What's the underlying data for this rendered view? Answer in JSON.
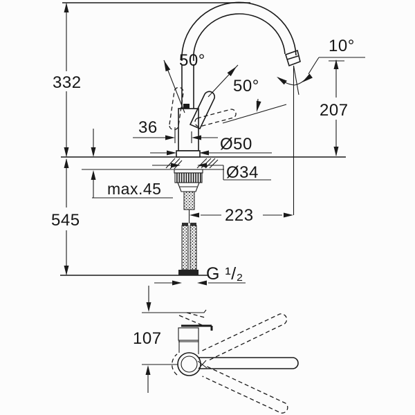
{
  "drawing": {
    "title": "kitchen-faucet-dimensional-drawing",
    "background": "#fcfcfc",
    "ink_color": "#1a1a1a",
    "labels": {
      "height_above_deck": "332",
      "height_overall_below": "545",
      "max_deck_thickness": "max.45",
      "handle_offset": "36",
      "swivel_angle_left": "50°",
      "swivel_angle_right": "50°",
      "outlet_angle": "10°",
      "outlet_height": "207",
      "base_diameter": "Ø50",
      "hole_diameter": "Ø34",
      "projection": "223",
      "thread_size": "G ¹/₂",
      "top_view_depth": "107"
    }
  }
}
